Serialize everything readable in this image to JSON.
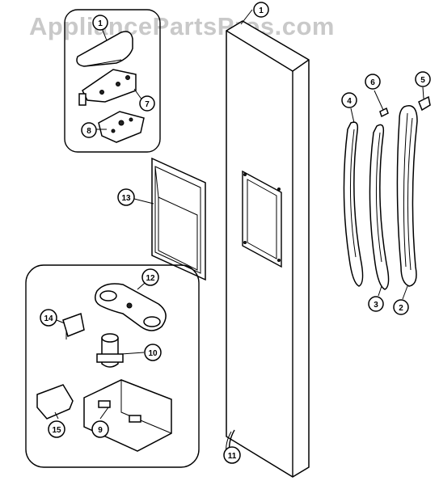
{
  "watermark": "AppliancePartsPros.com",
  "callouts": {
    "c1": "1",
    "c2": "2",
    "c3": "3",
    "c4": "4",
    "c5": "5",
    "c6": "6",
    "c7": "7",
    "c8": "8",
    "c9": "9",
    "c10": "10",
    "c11": "11",
    "c12": "12",
    "c13": "13",
    "c14": "14",
    "c15": "15",
    "c1b": "1"
  }
}
